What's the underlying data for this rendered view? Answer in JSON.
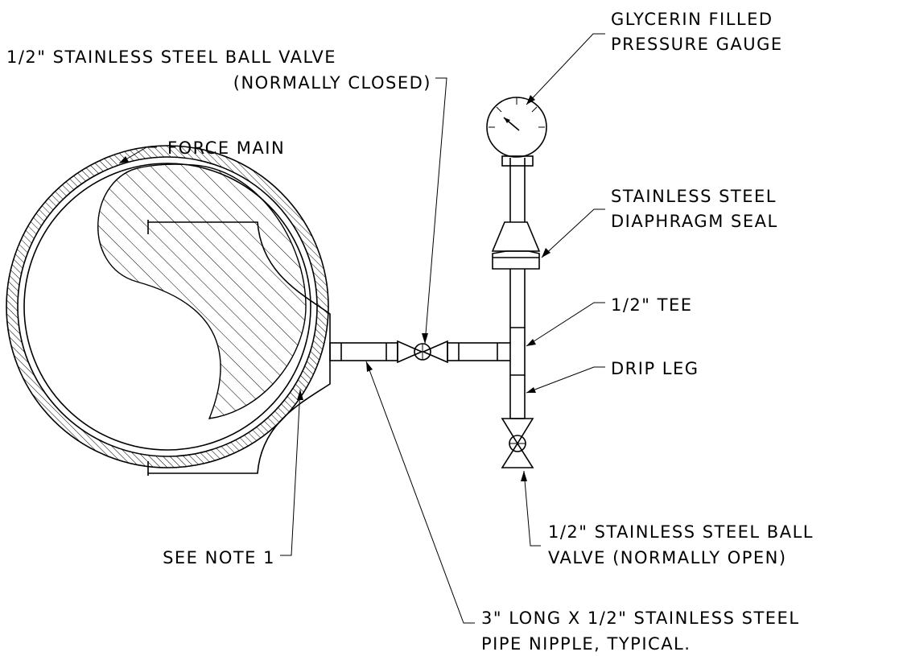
{
  "drawing": {
    "colors": {
      "line": "#000000",
      "background": "#ffffff"
    },
    "labels": {
      "ball_valve_closed_1": "1/2\" STAINLESS STEEL BALL VALVE",
      "ball_valve_closed_2": "(NORMALLY CLOSED)",
      "gauge_1": "GLYCERIN FILLED",
      "gauge_2": "PRESSURE GAUGE",
      "force_main": "FORCE MAIN",
      "seal_1": "STAINLESS STEEL",
      "seal_2": "DIAPHRAGM SEAL",
      "tee": "1/2\" TEE",
      "drip_leg": "DRIP LEG",
      "see_note": "SEE NOTE 1",
      "ball_valve_open_1": "1/2\" STAINLESS STEEL BALL",
      "ball_valve_open_2": "VALVE (NORMALLY OPEN)",
      "nipple_1": "3\" LONG X 1/2\" STAINLESS STEEL",
      "nipple_2": "PIPE NIPPLE, TYPICAL."
    }
  }
}
